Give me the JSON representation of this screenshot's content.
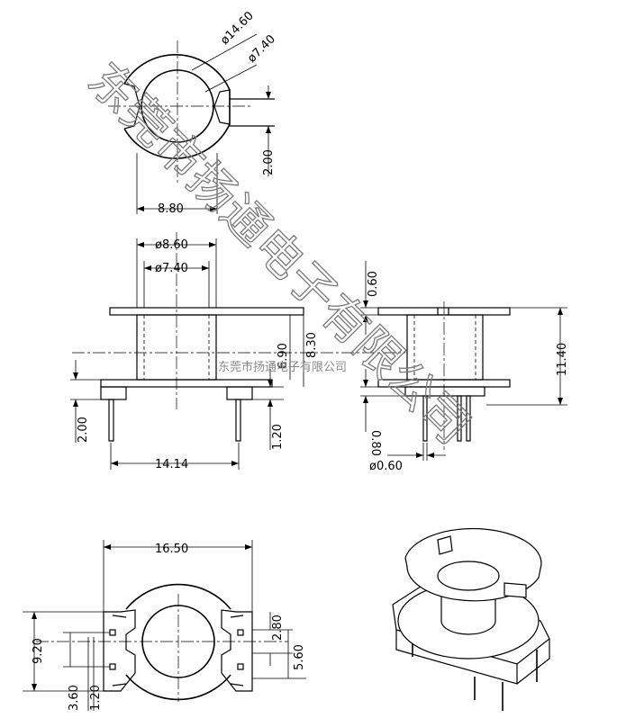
{
  "top_view": {
    "outer_diameter": "ø14.60",
    "inner_diameter": "ø7.40",
    "slot_width": "8.80",
    "slot_depth": "2.00"
  },
  "front_view": {
    "flange_diameter": "ø8.60",
    "core_diameter": "ø7.40",
    "inner_height": "6.90",
    "body_height": "8.30",
    "base_height": "2.00",
    "pin_length": "1.20",
    "pin_span": "14.14"
  },
  "side_view": {
    "flange_thickness": "0.60",
    "total_height": "11.40",
    "pin_offset": "0.80",
    "pin_diameter": "ø0.60"
  },
  "bottom_view": {
    "overall_width": "16.50",
    "overall_height": "9.20",
    "pin_pitch_small": "2.80",
    "pin_pitch_large": "5.60",
    "offset_a": "3.60",
    "offset_b": "1.20"
  },
  "watermark": {
    "large": "东莞市扬通电子有限公司",
    "small": "东莞市扬通电子有限公司"
  }
}
